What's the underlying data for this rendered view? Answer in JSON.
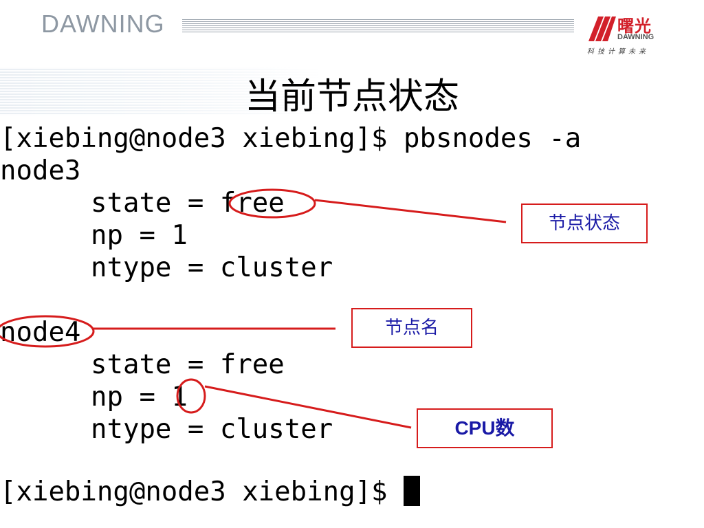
{
  "header": {
    "brand": "DAWNING",
    "logo_cn": "曙光",
    "logo_en": "DAWNING",
    "logo_tagline": "科技计算未来"
  },
  "slide": {
    "title": "当前节点状态"
  },
  "terminal": {
    "command_line": "[xiebing@node3 xiebing]$ pbsnodes -a",
    "node1": {
      "name": "node3",
      "state": "state = free",
      "np": "np = 1",
      "ntype": "ntype = cluster"
    },
    "node2": {
      "name": "node4",
      "state": "state = free",
      "np": "np = 1",
      "ntype": "ntype = cluster"
    },
    "prompt": "[xiebing@node3 xiebing]$ "
  },
  "callouts": {
    "state": "节点状态",
    "node_name": "节点名",
    "cpu_count": "CPU数"
  },
  "colors": {
    "annotation": "#d61c1c",
    "callout_text": "#1a1aa6",
    "brand_gray": "#8e98a3",
    "logo_red": "#d2202a"
  }
}
